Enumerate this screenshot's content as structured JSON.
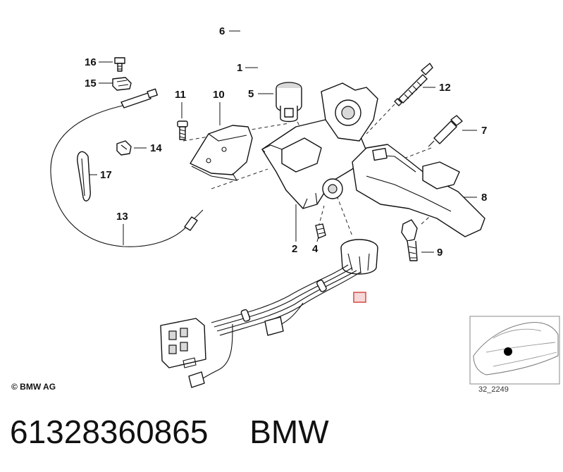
{
  "callouts": {
    "c1": "1",
    "c2": "2",
    "c4": "4",
    "c5": "5",
    "c6": "6",
    "c7": "7",
    "c8": "8",
    "c9": "9",
    "c10": "10",
    "c11": "11",
    "c12": "12",
    "c13": "13",
    "c14": "14",
    "c15": "15",
    "c16": "16",
    "c17": "17"
  },
  "copyright": "© BMW AG",
  "thumbnail": {
    "ref": "32_2249"
  },
  "footer": {
    "part_number": "61328360865",
    "brand": "BMW"
  },
  "colors": {
    "highlight_marker": "#d9534f",
    "ink": "#111111"
  }
}
